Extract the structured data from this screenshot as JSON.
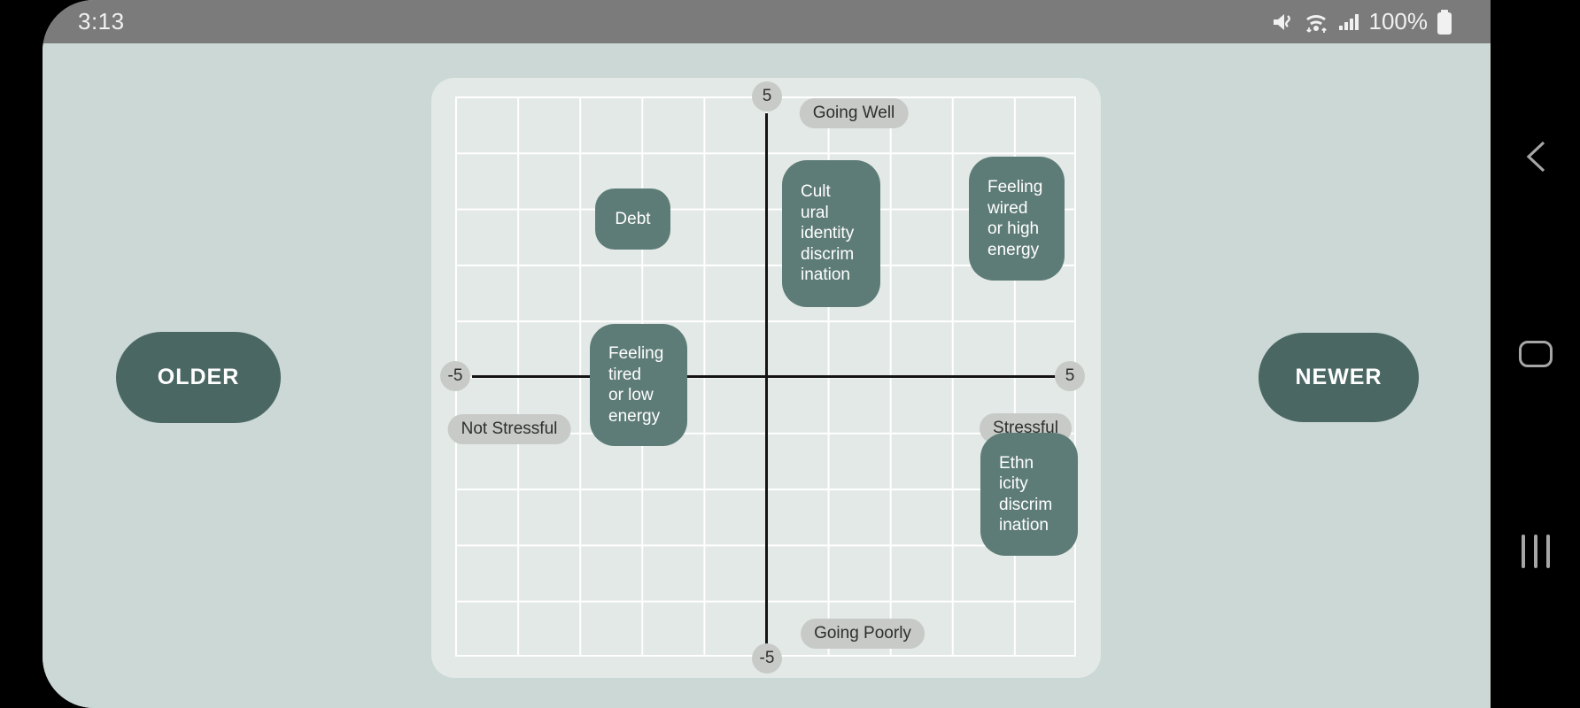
{
  "status_bar": {
    "time": "3:13",
    "battery_percent": "100%",
    "icons": [
      "mute-icon",
      "wifi-icon",
      "signal-icon",
      "battery-icon"
    ]
  },
  "nav_bar": {
    "icons": [
      "back-icon",
      "home-icon",
      "recents-icon"
    ]
  },
  "pager_buttons": {
    "older": "OLDER",
    "newer": "NEWER"
  },
  "chart": {
    "ticks": {
      "top": "5",
      "bottom": "-5",
      "left": "-5",
      "right": "5"
    },
    "labels": {
      "top": "Going Well",
      "bottom": "Going Poorly",
      "left": "Not Stressful",
      "right": "Stressful"
    },
    "chips": [
      {
        "label": "Debt",
        "text": "Debt"
      },
      {
        "label": "Cultural identity discrimination",
        "text": "Cult\nural\nidentity\ndiscrim\nination"
      },
      {
        "label": "Feeling wired or high energy",
        "text": "Feeling\nwired\nor high\nenergy"
      },
      {
        "label": "Feeling tired or low energy",
        "text": "Feeling\ntired\nor low\nenergy"
      },
      {
        "label": "Ethnicity discrimination",
        "text": "Ethn\nicity\ndiscrim\nination"
      }
    ]
  },
  "chart_data": {
    "type": "scatter",
    "title": "",
    "xlabel": "Not Stressful (-5) to Stressful (5)",
    "ylabel": "Going Poorly (-5) to Going Well (5)",
    "xlim": [
      -5,
      5
    ],
    "ylim": [
      -5,
      5
    ],
    "grid": true,
    "quadrant_labels": {
      "top": "Going Well",
      "bottom": "Going Poorly",
      "left": "Not Stressful",
      "right": "Stressful"
    },
    "points": [
      {
        "label": "Debt",
        "x": -2.2,
        "y": 2.8
      },
      {
        "label": "Cultural identity discrimination",
        "x": 1.0,
        "y": 2.6
      },
      {
        "label": "Feeling wired or high energy",
        "x": 4.0,
        "y": 2.8
      },
      {
        "label": "Feeling tired or low energy",
        "x": -2.1,
        "y": -0.2
      },
      {
        "label": "Ethnicity discrimination",
        "x": 4.2,
        "y": -2.1
      }
    ],
    "colors": {
      "chip": "#5e7c77",
      "button": "#4b6763",
      "panel": "#e3e9e6",
      "app_background": "#cbd8d5",
      "pill": "#c8cac8"
    }
  }
}
